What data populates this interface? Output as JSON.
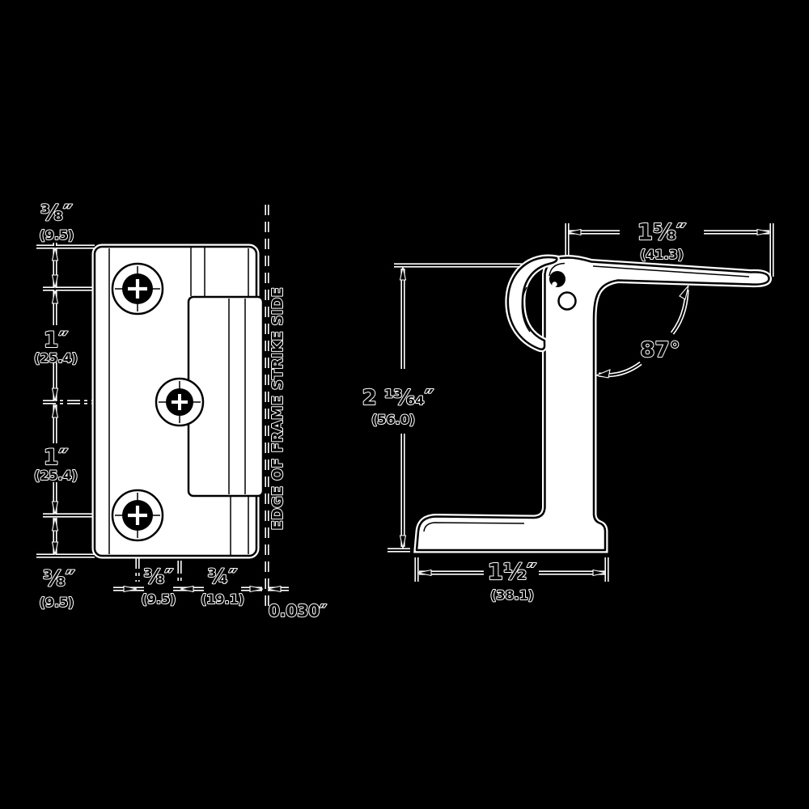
{
  "drawing_type": "technical dimension drawing, door strike plate, front and side views",
  "colors": {
    "background": "#000000",
    "line": "#000000",
    "halo": "#ffffff",
    "fill": "#ffffff"
  },
  "front_view": {
    "left_dims": [
      {
        "in": "⅜″",
        "mm": "(9.5)"
      },
      {
        "in": "1″",
        "mm": "(25.4)"
      },
      {
        "in": "1″",
        "mm": "(25.4)"
      },
      {
        "in": "⅜″",
        "mm": "(9.5)"
      }
    ],
    "bottom_dims": [
      {
        "in": "⅜″",
        "mm": "(9.5)"
      },
      {
        "in": "¾″",
        "mm": "(19.1)"
      },
      {
        "in": "0.030″",
        "mm": ""
      }
    ],
    "edge_label": "EDGE OF FRAME STRIKE SIDE"
  },
  "side_view": {
    "top_dim": {
      "in": "1⅝″",
      "mm": "(41.3)"
    },
    "height_dim": {
      "in": "2 ¹³⁄₆₄″",
      "mm": "(56.0)"
    },
    "base_dim": {
      "in": "1½″",
      "mm": "(38.1)"
    },
    "angle": "87°"
  }
}
